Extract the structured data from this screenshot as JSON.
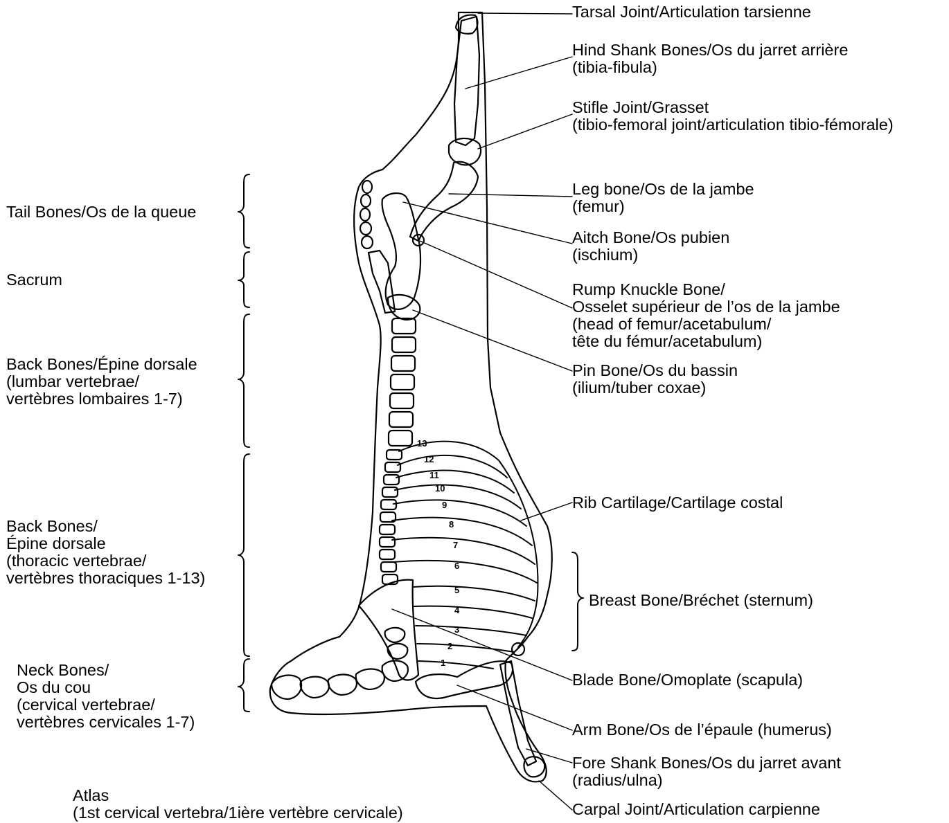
{
  "labels_right": {
    "tarsal": [
      "Tarsal Joint/Articulation tarsienne"
    ],
    "hind_shank": [
      "Hind Shank Bones/Os du jarret arrière",
      "(tibia-fibula)"
    ],
    "stifle": [
      "Stifle Joint/Grasset",
      "(tibio-femoral joint/articulation tibio-fémorale)"
    ],
    "leg_bone": [
      "Leg bone/Os de la jambe",
      "(femur)"
    ],
    "aitch": [
      "Aitch Bone/Os pubien",
      "(ischium)"
    ],
    "rump_knuckle": [
      "Rump Knuckle Bone/",
      "Osselet supérieur de l’os de la jambe",
      "(head of femur/acetabulum/",
      "tête du fémur/acetabulum)"
    ],
    "pin_bone": [
      "Pin Bone/Os du bassin",
      "(ilium/tuber coxae)"
    ],
    "rib_cartilage": [
      "Rib Cartilage/Cartilage costal"
    ],
    "breast_bone": [
      "Breast Bone/Bréchet (sternum)"
    ],
    "blade_bone": [
      "Blade Bone/Omoplate (scapula)"
    ],
    "arm_bone": [
      "Arm Bone/Os de l’épaule (humerus)"
    ],
    "fore_shank": [
      "Fore Shank Bones/Os du jarret avant",
      "(radius/ulna)"
    ],
    "carpal": [
      "Carpal Joint/Articulation carpienne"
    ]
  },
  "labels_left": {
    "tail": [
      "Tail Bones/Os de la queue"
    ],
    "sacrum": [
      "Sacrum"
    ],
    "lumbar": [
      "Back Bones/Épine dorsale",
      "(lumbar vertebrae/",
      "vertèbres lombaires 1-7)"
    ],
    "thoracic": [
      "Back Bones/",
      "Épine dorsale",
      "(thoracic vertebrae/",
      "vertèbres thoraciques 1-13)"
    ],
    "neck": [
      "Neck Bones/",
      "Os du cou",
      "(cervical vertebrae/",
      "vertèbres cervicales 1-7)"
    ],
    "atlas": [
      "Atlas",
      "(1st cervical vertebra/1ière vertèbre cervicale)"
    ]
  },
  "rib_numbers": [
    "13",
    "12",
    "11",
    "10",
    "9",
    "8",
    "7",
    "6",
    "5",
    "4",
    "3",
    "2",
    "1"
  ],
  "colors": {
    "ink": "#000000",
    "background": "#ffffff"
  }
}
